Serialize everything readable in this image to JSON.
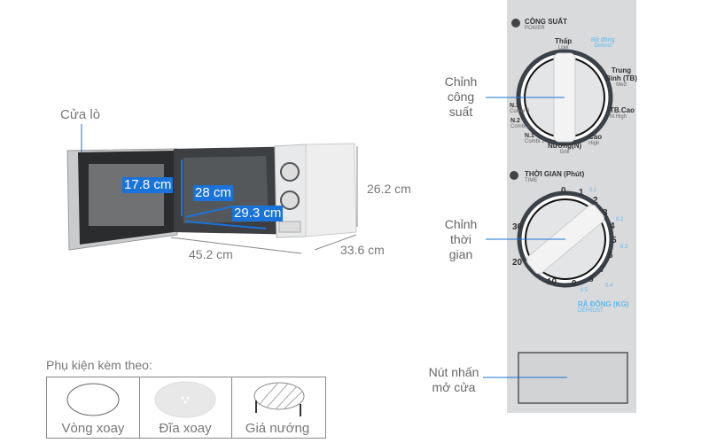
{
  "door_label": "Cửa lò",
  "dimensions": {
    "inner_height": "17.8 cm",
    "inner_depth": "28 cm",
    "inner_width": "29.3 cm",
    "outer_height": "26.2 cm",
    "outer_width": "45.2 cm",
    "outer_depth": "33.6 cm"
  },
  "callouts": {
    "power": [
      "Chỉnh",
      "công",
      "suất"
    ],
    "timer": [
      "Chỉnh",
      "thời",
      "gian"
    ],
    "door_button": [
      "Nút nhấn",
      "mở cửa"
    ]
  },
  "power_panel": {
    "title": "CÔNG SUẤT",
    "subtitle": "POWER",
    "levels": [
      {
        "label": "Thấp",
        "sub": "Low"
      },
      {
        "label": "Rã đông",
        "sub": "Defrost"
      },
      {
        "label": "Trung Bình (TB)",
        "sub": "Med"
      },
      {
        "label": "TB.Cao",
        "sub": "M.High"
      },
      {
        "label": "Cao",
        "sub": "High"
      },
      {
        "label": "Nướng(N)",
        "sub": "Grill"
      },
      {
        "label": "N.1",
        "sub": "Combi 1"
      },
      {
        "label": "N.2",
        "sub": "Combi 2"
      },
      {
        "label": "N.3",
        "sub": "Combi 3"
      }
    ]
  },
  "timer_panel": {
    "title": "THỜI GIAN (Phút)",
    "subtitle": "TIME",
    "marks": [
      "0",
      "1",
      "2",
      "3",
      "4",
      "5",
      "6",
      "7",
      "8",
      "9",
      "10",
      "20",
      "30"
    ],
    "defrost_marks": [
      "0.1",
      "0.2",
      "0.3",
      "0.4",
      "0.5"
    ],
    "defrost_title": "RÃ ĐÔNG (KG)",
    "defrost_subtitle": "DEFROST"
  },
  "accessories": {
    "title": "Phụ kiện kèm theo:",
    "items": [
      {
        "label": "Vòng xoay",
        "icon": "ring-icon"
      },
      {
        "label": "Đĩa xoay",
        "icon": "glass-plate-icon"
      },
      {
        "label": "Giá nướng",
        "icon": "grill-rack-icon"
      }
    ]
  },
  "colors": {
    "accent": "#1a73d9",
    "panel": "#d9dadc",
    "defrost": "#5bb8ee"
  }
}
